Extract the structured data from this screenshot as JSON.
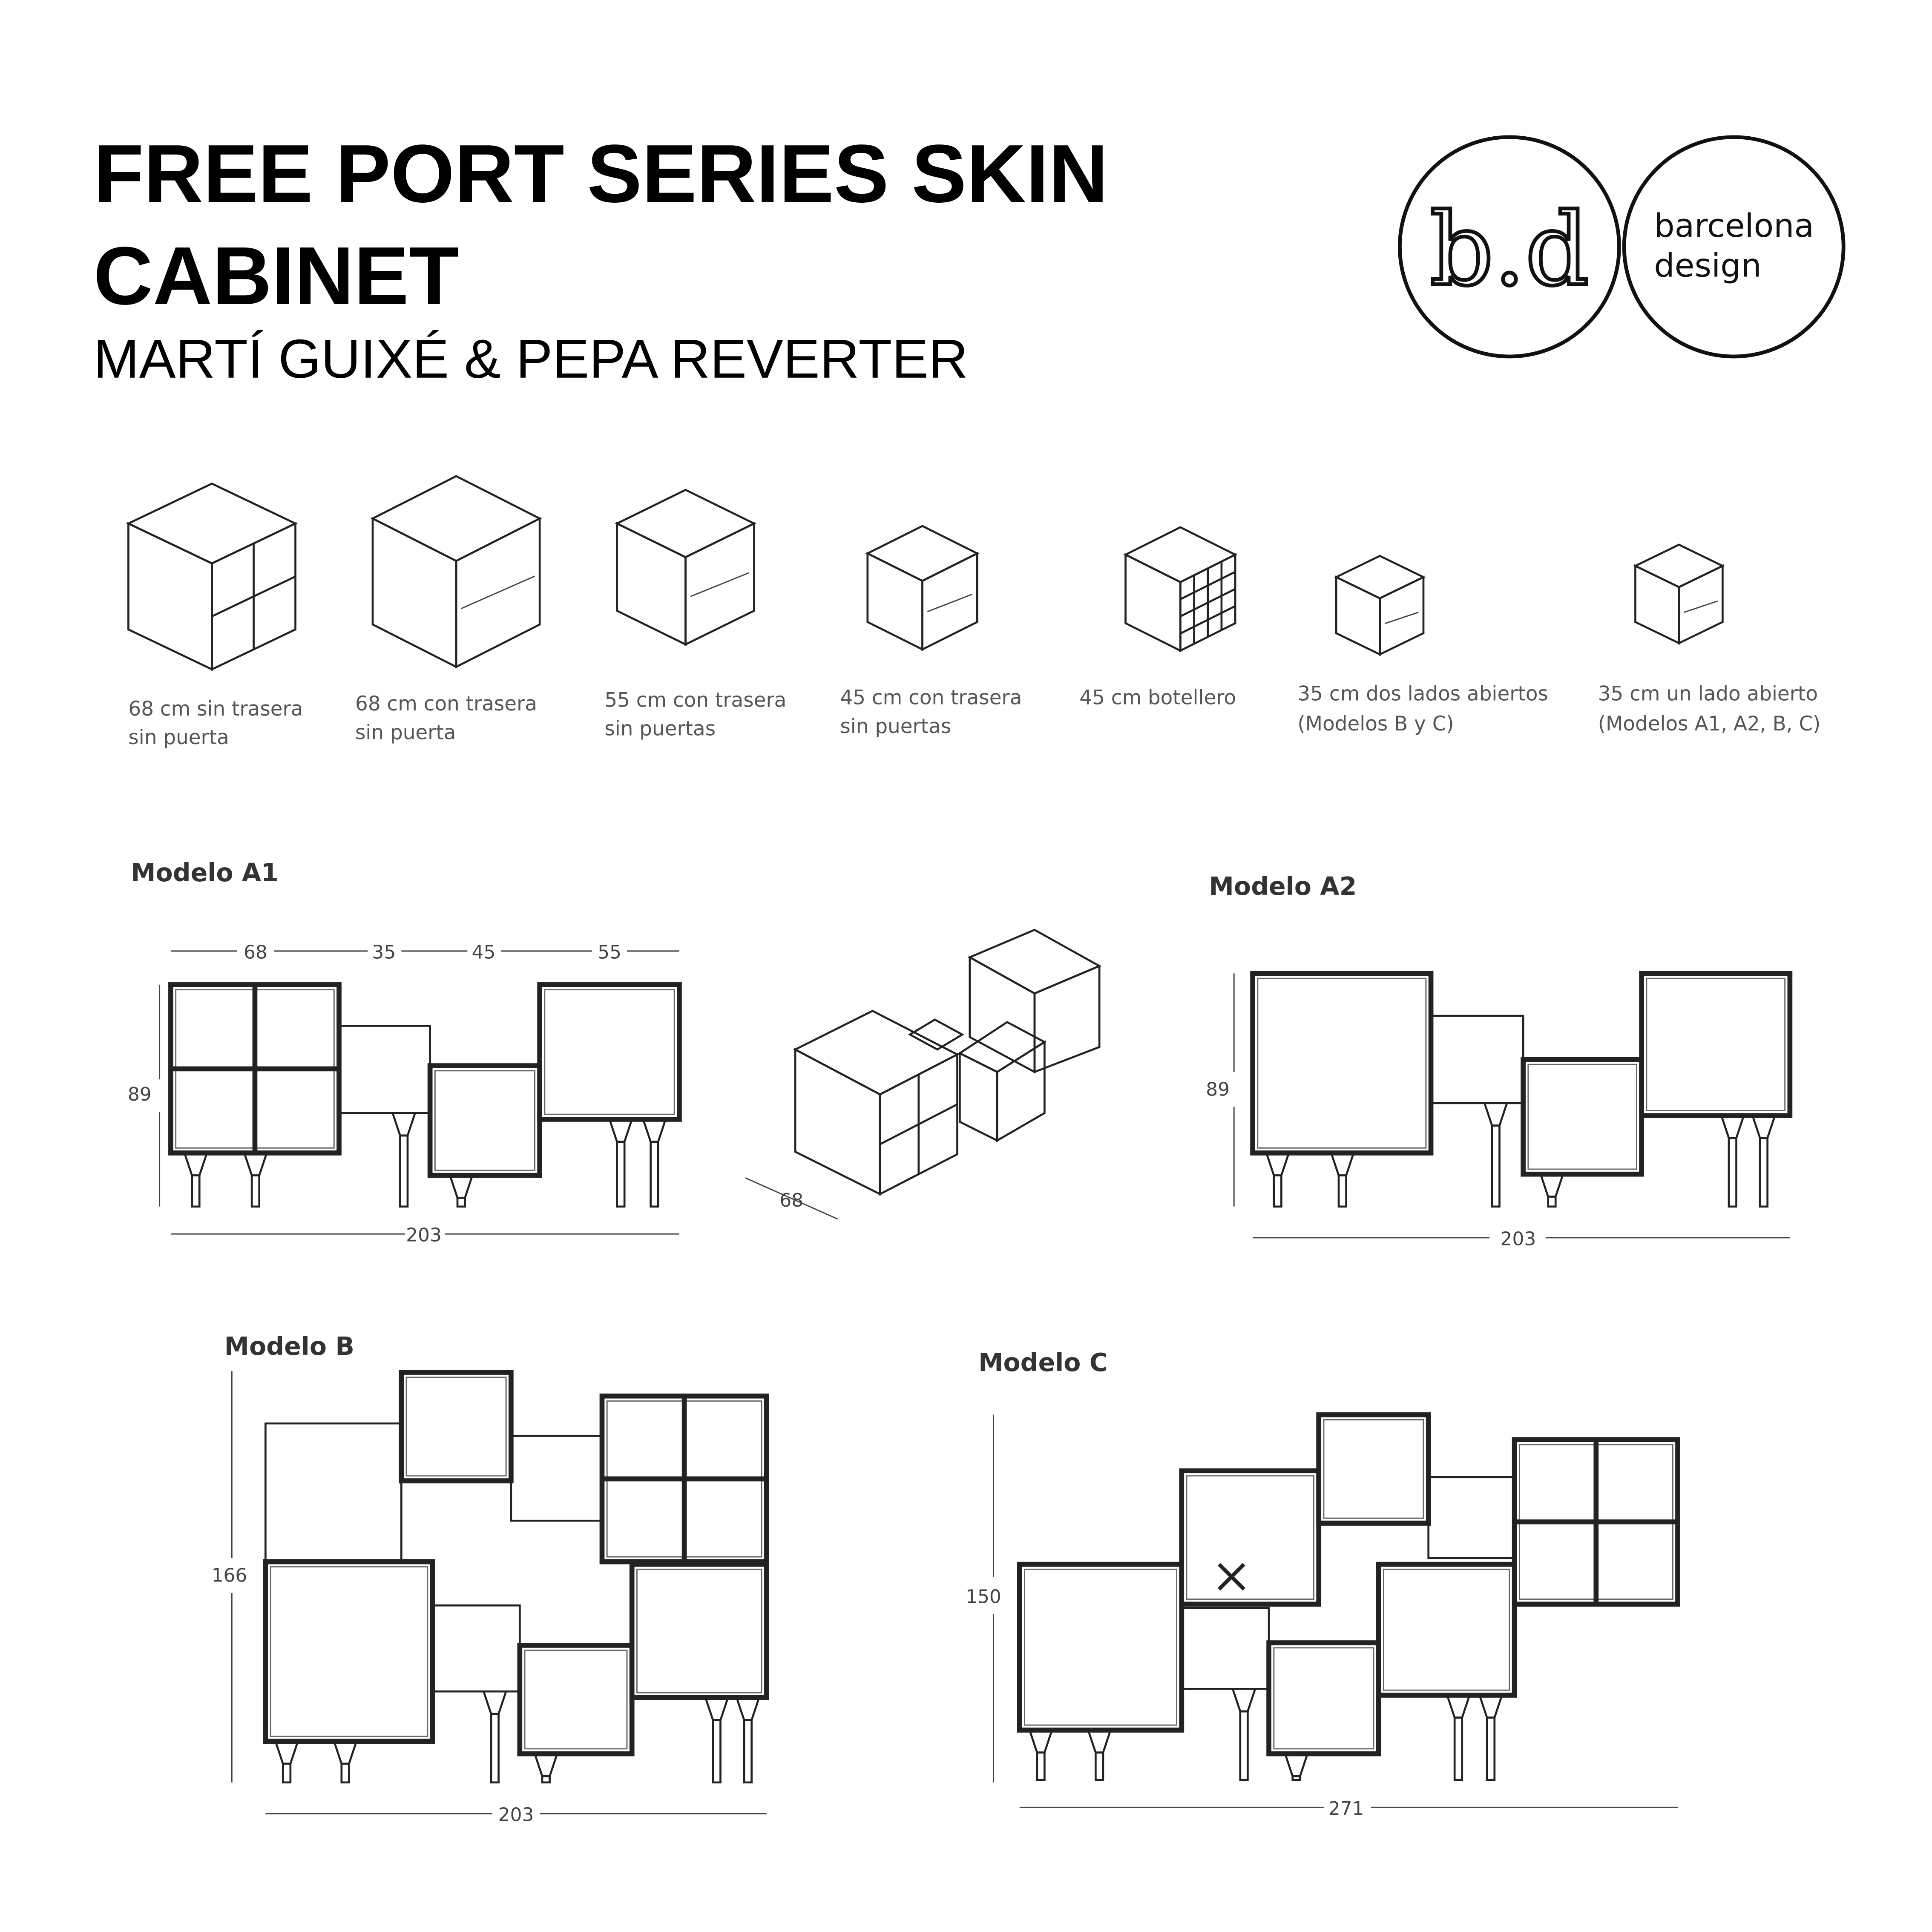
{
  "header": {
    "title_line1": "FREE PORT SERIES SKIN",
    "title_line2": "CABINET",
    "designers": "MARTÍ GUIXÉ & PEPA REVERTER"
  },
  "logo": {
    "monogram": "b.d",
    "brand_line1": "barcelona",
    "brand_line2": "design"
  },
  "modules": [
    {
      "line1": "68 cm sin trasera",
      "line2": "sin puerta"
    },
    {
      "line1": "68 cm con trasera",
      "line2": "sin puerta"
    },
    {
      "line1": "55 cm con trasera",
      "line2": "sin puertas"
    },
    {
      "line1": "45 cm con trasera",
      "line2": "sin puertas"
    },
    {
      "line1": "45 cm botellero",
      "line2": ""
    },
    {
      "line1": "35 cm dos lados abiertos",
      "line2": "(Modelos B y C)"
    },
    {
      "line1": "35 cm un lado abierto",
      "line2": "(Modelos A1, A2, B, C)"
    }
  ],
  "models": {
    "a1": {
      "label": "Modelo A1",
      "widths": [
        "68",
        "35",
        "45",
        "55"
      ],
      "height": "89",
      "total": "203",
      "depth": "68"
    },
    "a2": {
      "label": "Modelo A2",
      "height": "89",
      "total": "203"
    },
    "b": {
      "label": "Modelo B",
      "height": "166",
      "total": "203"
    },
    "c": {
      "label": "Modelo C",
      "height": "150",
      "total": "271"
    }
  }
}
